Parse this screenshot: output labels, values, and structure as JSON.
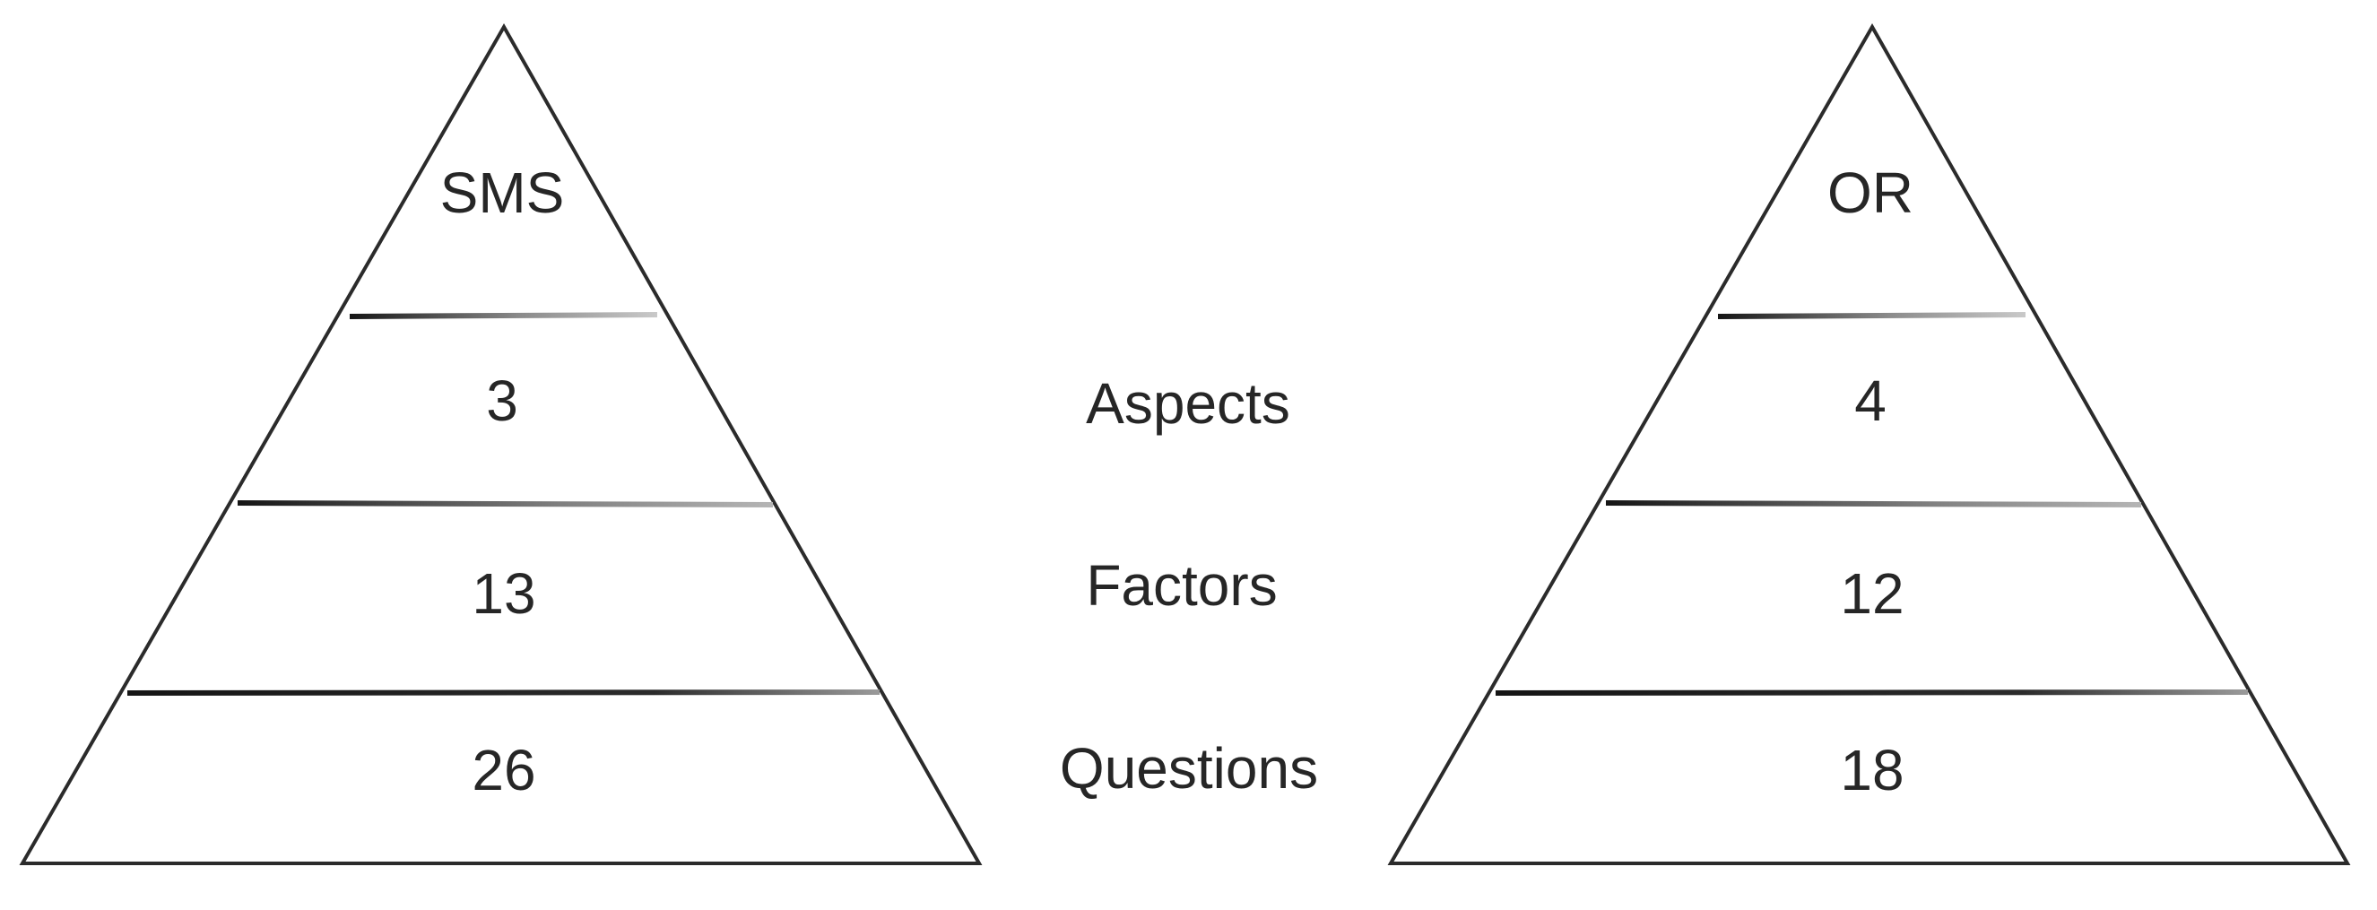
{
  "figure": {
    "type": "diagram",
    "background_color": "#ffffff",
    "line_color": "#2b2b2b",
    "text_color": "#262626",
    "center_labels": [
      {
        "name": "aspects",
        "text": "Aspects"
      },
      {
        "name": "factors",
        "text": "Factors"
      },
      {
        "name": "questions",
        "text": "Questions"
      }
    ],
    "pyramids": [
      {
        "id": "sms",
        "title": "SMS",
        "levels": [
          {
            "label": "Aspects",
            "value": "3"
          },
          {
            "label": "Factors",
            "value": "13"
          },
          {
            "label": "Questions",
            "value": "26"
          }
        ]
      },
      {
        "id": "or",
        "title": "OR",
        "levels": [
          {
            "label": "Aspects",
            "value": "4"
          },
          {
            "label": "Factors",
            "value": "12"
          },
          {
            "label": "Questions",
            "value": "18"
          }
        ]
      }
    ]
  },
  "chart_data": {
    "type": "table",
    "title": "",
    "categories": [
      "Aspects",
      "Factors",
      "Questions"
    ],
    "series": [
      {
        "name": "SMS",
        "values": [
          3,
          13,
          26
        ]
      },
      {
        "name": "OR",
        "values": [
          4,
          12,
          18
        ]
      }
    ],
    "xlabel": "",
    "ylabel": "",
    "legend": [
      "SMS",
      "OR"
    ],
    "grid": false,
    "annotations": [
      "SMS",
      "OR",
      "Aspects",
      "Factors",
      "Questions"
    ]
  }
}
